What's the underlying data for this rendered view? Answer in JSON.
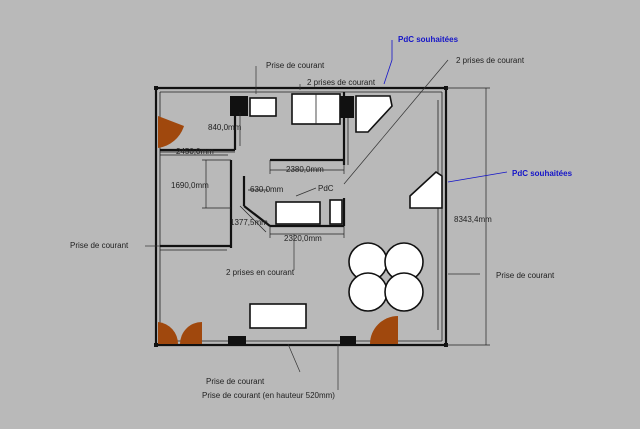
{
  "labels": {
    "pdc_top": "PdC souhaitées",
    "pdc_right": "PdC souhaitées",
    "prise_top": "Prise de courant",
    "deux_prises_top": "2 prises de courant",
    "deux_prises_right": "2 prises de courant",
    "prise_left": "Prise de courant",
    "prise_right": "Prise de courant",
    "deux_prises_en_courant": "2 prises en courant",
    "pdc_small": "PdC",
    "prise_bottom": "Prise de courant",
    "prise_bottom_hauteur": "Prise de courant (en hauteur 520mm)"
  },
  "dimensions": {
    "d840": "840,0mm",
    "d2450": "2450,0mm",
    "d2380": "2380,0mm",
    "d1690": "1690,0mm",
    "d630": "630,0mm",
    "d1377": "1377,5mm",
    "d2320": "2320,0mm",
    "d8343": "8343,4mm"
  },
  "colors": {
    "background": "#b9b9b9",
    "wall": "#111111",
    "door": "#a0480d",
    "annotation_blue": "#1414c8"
  }
}
